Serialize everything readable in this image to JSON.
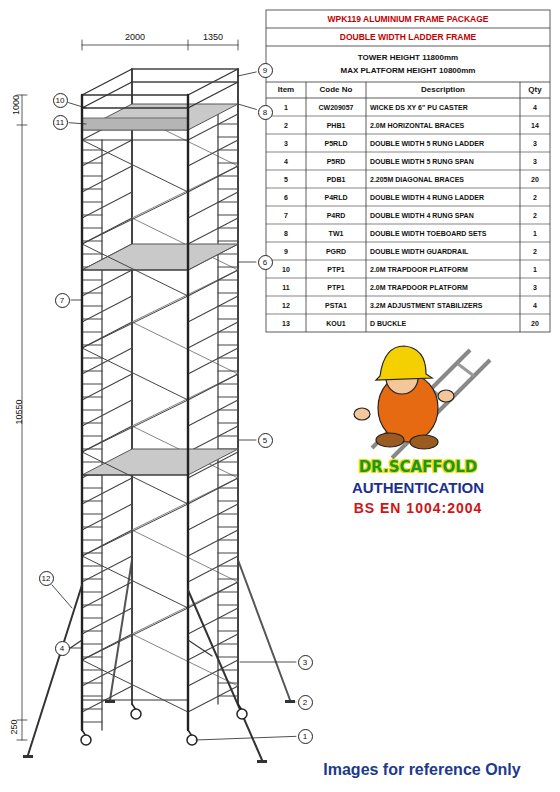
{
  "diagram": {
    "title": "WPK119 ALUMINIUM FRAME PACKAGE",
    "caption": "Images for reference Only",
    "labels": [
      "2000",
      "1350",
      "1000",
      "10550",
      "250",
      "9",
      "10",
      "11",
      "8",
      "7",
      "6",
      "5",
      "4",
      "3",
      "2",
      "1",
      "12",
      "DOUBLE WIDTH LADDER FRAME",
      "TOWER HEIGHT 11800mm",
      "MAX PLATFORM HEIGHT 10800mm",
      "Item",
      "Code No",
      "Description",
      "Qty",
      "1",
      "CW209057",
      "WICKE DS XY 6\" PU CASTER",
      "4",
      "2",
      "PHB1",
      "2.0M HORIZONTAL BRACES",
      "14",
      "3",
      "P5RLD",
      "DOUBLE WIDTH 5 RUNG LADDER",
      "3",
      "4",
      "P5RD",
      "DOUBLE WIDTH 5 RUNG SPAN",
      "3",
      "5",
      "PDB1",
      "2.205M DIAGONAL BRACES",
      "20",
      "6",
      "P4RLD",
      "DOUBLE WIDTH 4 RUNG LADDER",
      "2",
      "7",
      "P4RD",
      "DOUBLE WIDTH 4 RUNG SPAN",
      "2",
      "8",
      "TW1",
      "DOUBLE WIDTH TOEBOARD SETS",
      "1",
      "9",
      "PGRD",
      "DOUBLE WIDTH GUARDRAIL",
      "2",
      "10",
      "PTP1",
      "2.0M TRAPDOOR PLATFORM",
      "1",
      "11",
      "PTP1",
      "2.0M TRAPDOOR PLATFORM",
      "3",
      "12",
      "PSTA1",
      "3.2M ADJUSTMENT STABILIZERS",
      "4",
      "13",
      "KOU1",
      "D BUCKLE",
      "20",
      "DR.SCAFFOLD",
      "AUTHENTICATION",
      "BS EN 1004:2004"
    ]
  }
}
